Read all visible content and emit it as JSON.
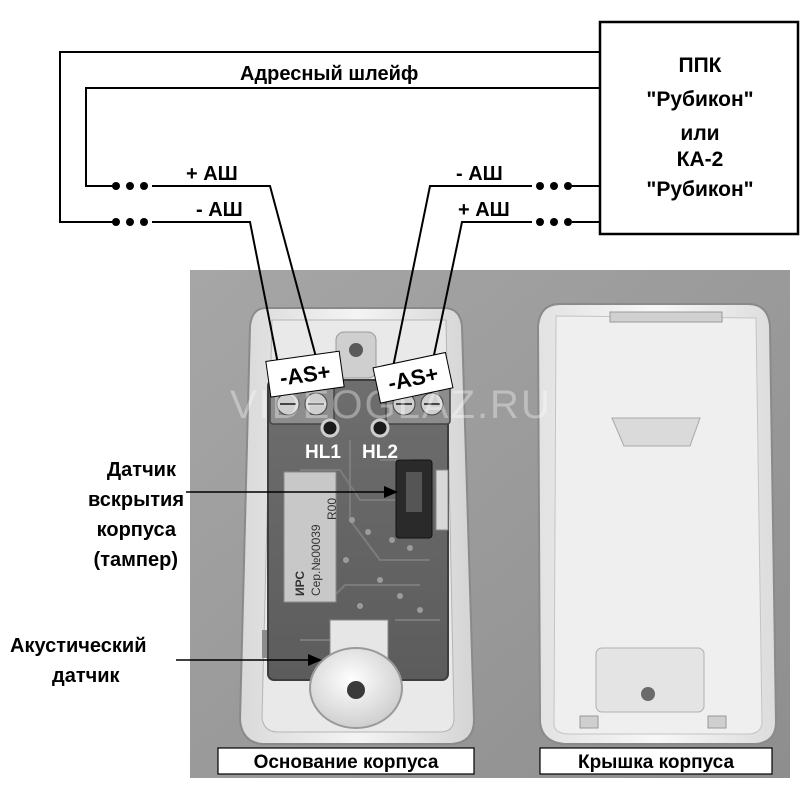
{
  "title_loop": "Адресный шлейф",
  "panel": {
    "lines": [
      "ППК",
      "\"Рубикон\"",
      "или",
      "КА-2",
      "\"Рубикон\""
    ]
  },
  "wires": {
    "left_plus": "+ АШ",
    "left_minus": "- АШ",
    "right_minus": "- АШ",
    "right_plus": "+ АШ"
  },
  "terminals": {
    "left": "-AS+",
    "right": "-AS+"
  },
  "leds": {
    "hl1": "HL1",
    "hl2": "HL2"
  },
  "board": {
    "brand": "ИРС",
    "serial": "Сер.№00039",
    "rev": "R00"
  },
  "watermark": "VIDEOGLAZ.RU",
  "annotations": {
    "tamper": [
      "Датчик",
      "вскрытия",
      "корпуса",
      "(тампер)"
    ],
    "acoustic": [
      "Акустический",
      "датчик"
    ]
  },
  "captions": {
    "base": "Основание корпуса",
    "cover": "Крышка корпуса"
  }
}
